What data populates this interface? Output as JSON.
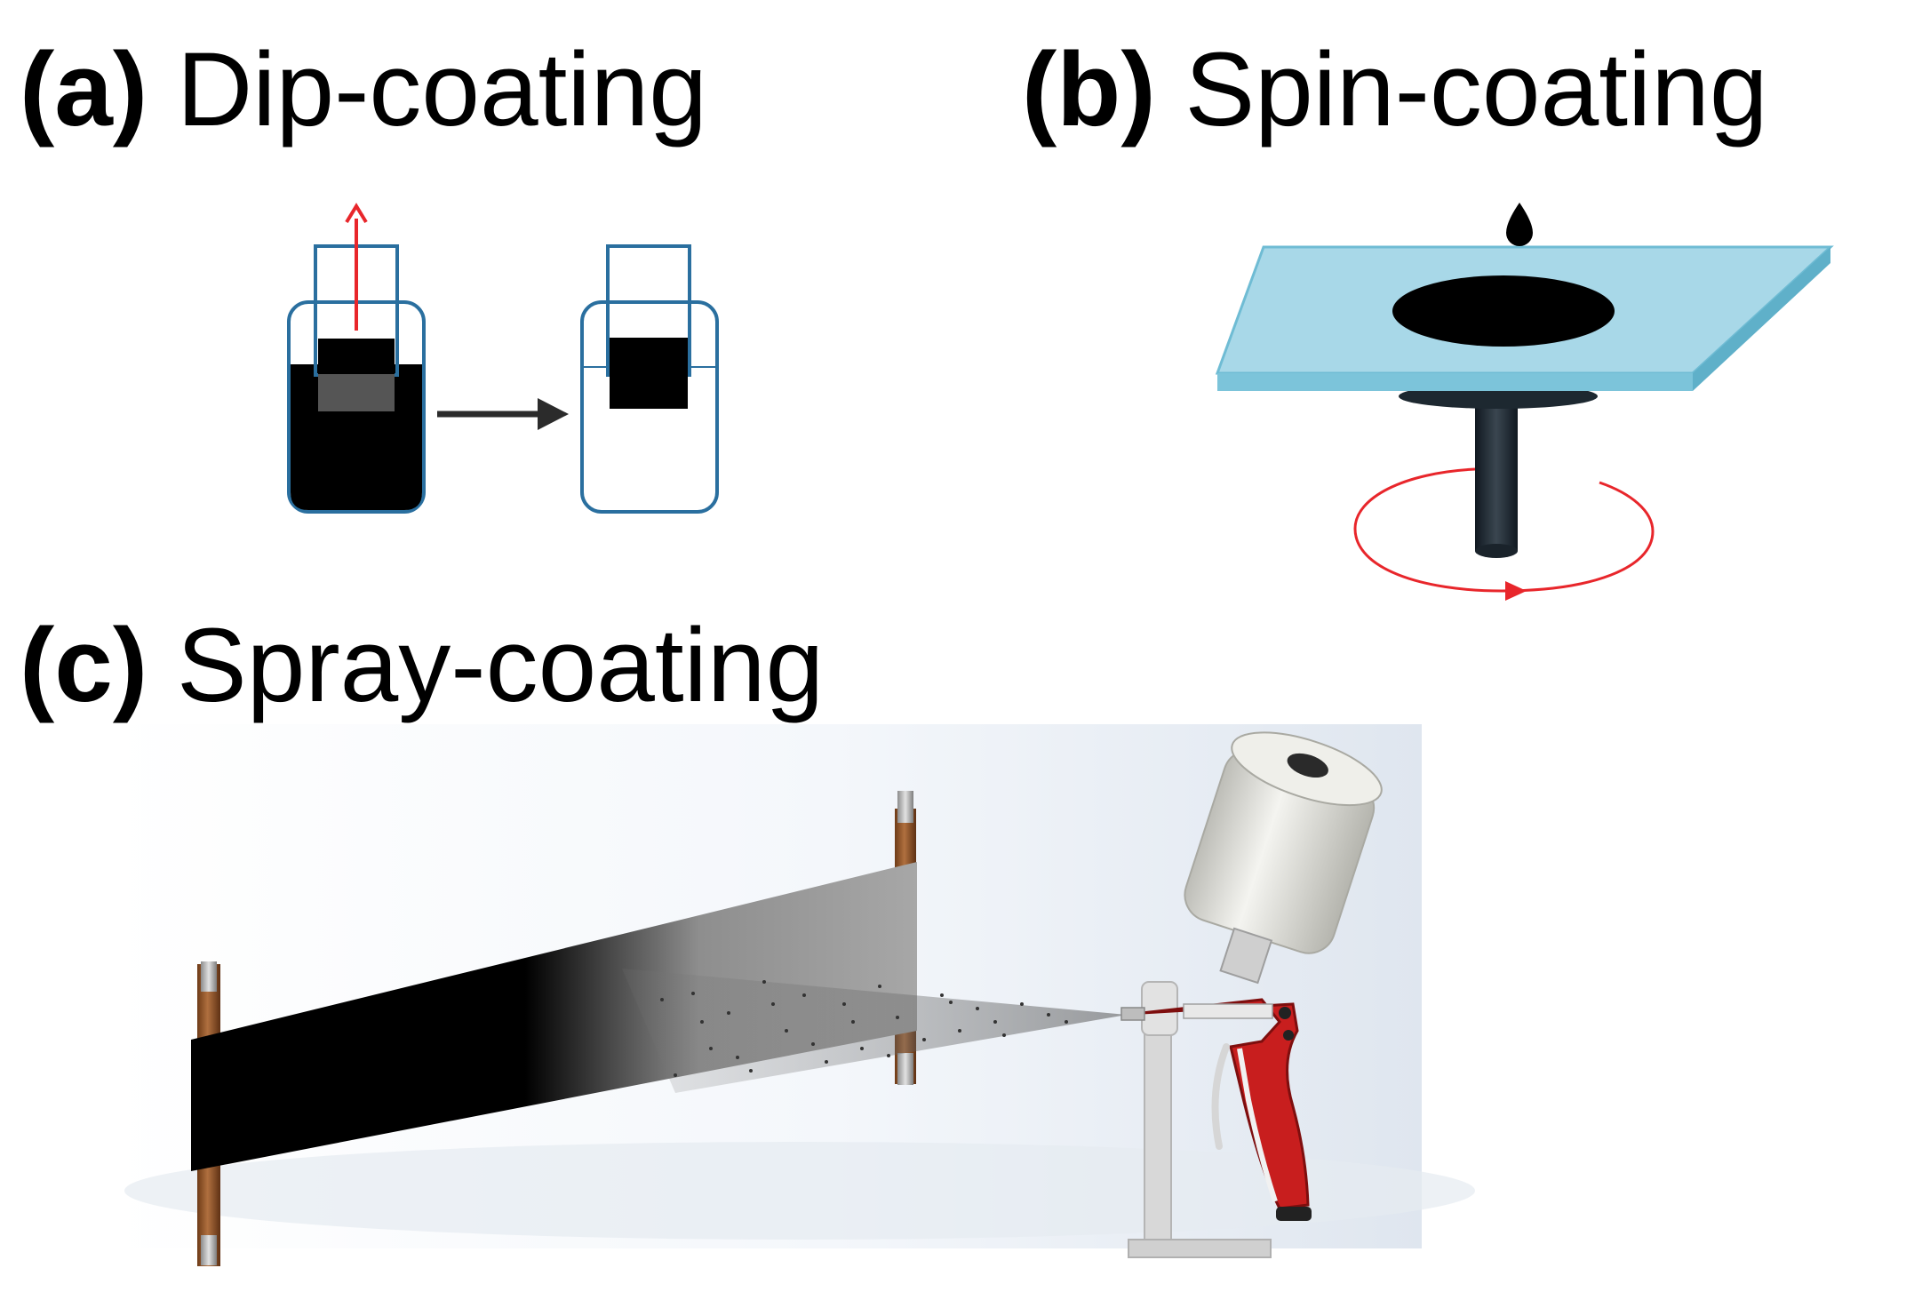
{
  "panels": {
    "a": {
      "letter": "(a)",
      "title": "Dip-coating"
    },
    "b": {
      "letter": "(b)",
      "title": "Spin-coating"
    },
    "c": {
      "letter": "(c)",
      "title": "Spray-coating"
    }
  },
  "colors": {
    "container_outline": "#2a6f9f",
    "liquid": "#000000",
    "lift_arrow": "#e8262b",
    "process_arrow": "#2b2b2b",
    "substrate_glass": "#a8d8e8",
    "substrate_edge": "#6fbcd4",
    "rotation_arrow": "#e8262b",
    "roller_wood": "#9b5a2e",
    "roller_metal": "#b9b9b9",
    "film_coated": "#000000",
    "film_uncoated": "#9c9c9c",
    "gun_body": "#c81e1e",
    "gun_cup": "#e8e8e4",
    "stand": "#d8d8d8"
  }
}
